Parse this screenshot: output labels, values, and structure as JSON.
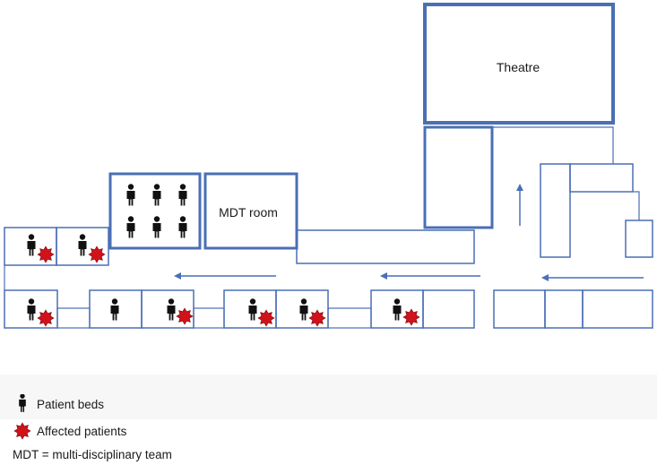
{
  "rooms": {
    "theatre_label": "Theatre",
    "mdt_room_label": "MDT room"
  },
  "legend": {
    "patient_beds": "Patient beds",
    "affected_patients": "Affected patients",
    "mdt_definition": "MDT = multi-disciplinary team"
  },
  "icons": {
    "patient": "person-icon",
    "affected": "red-star-icon"
  },
  "colors": {
    "wall": "#4a6fb5",
    "arrow": "#4a6fb5",
    "affected_star": "#d0121b",
    "affected_star_outline": "#7a0a0f",
    "person": "#111111"
  },
  "counts": {
    "ward_bay_beds": 6,
    "affected_patients_shown": 7
  }
}
